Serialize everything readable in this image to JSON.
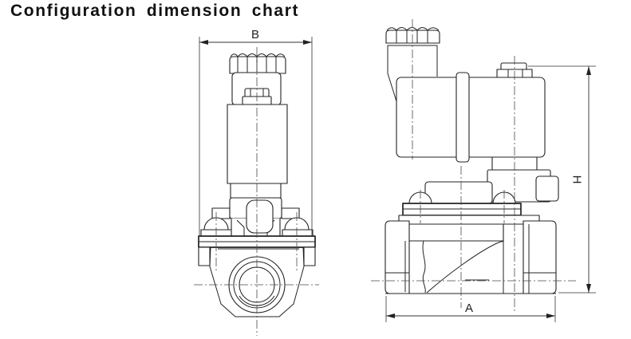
{
  "title": "Configuration dimension chart",
  "dimensions": {
    "width_label": "B",
    "height_label": "H",
    "length_label": "A"
  },
  "colors": {
    "background": "#ffffff",
    "line_color": "#232323",
    "text_color": "#111111"
  }
}
